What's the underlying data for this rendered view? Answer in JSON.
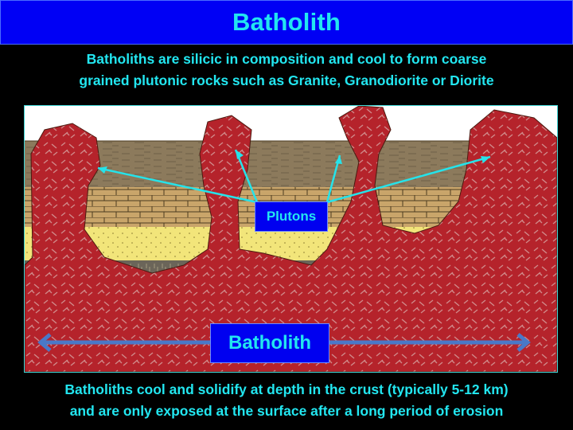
{
  "header": {
    "title": "Batholith"
  },
  "captions": {
    "top_line1": "Batholiths are silicic in composition and cool to form coarse",
    "top_line2": "grained plutonic rocks such as Granite, Granodiorite or Diorite",
    "bottom_line1": "Batholiths cool and solidify at depth in the crust (typically 5-12 km)",
    "bottom_line2": "and are only exposed at the surface after a long period of erosion"
  },
  "diagram": {
    "labels": {
      "plutons": "Plutons",
      "batholith": "Batholith"
    },
    "colors": {
      "title_bar": "#0000f5",
      "text_cyan": "#22e6f0",
      "magma_red": "#b5232b",
      "shale_brown": "#8c7a5c",
      "limestone_tan": "#c9a56a",
      "sandstone_yellow": "#f2e57a",
      "basement_gray": "#6b6559",
      "arrow_cyan": "#25e3ea",
      "arrow_blue": "#4a78c8"
    },
    "layers": [
      "sky",
      "shale",
      "limestone",
      "sandstone",
      "basement"
    ]
  }
}
